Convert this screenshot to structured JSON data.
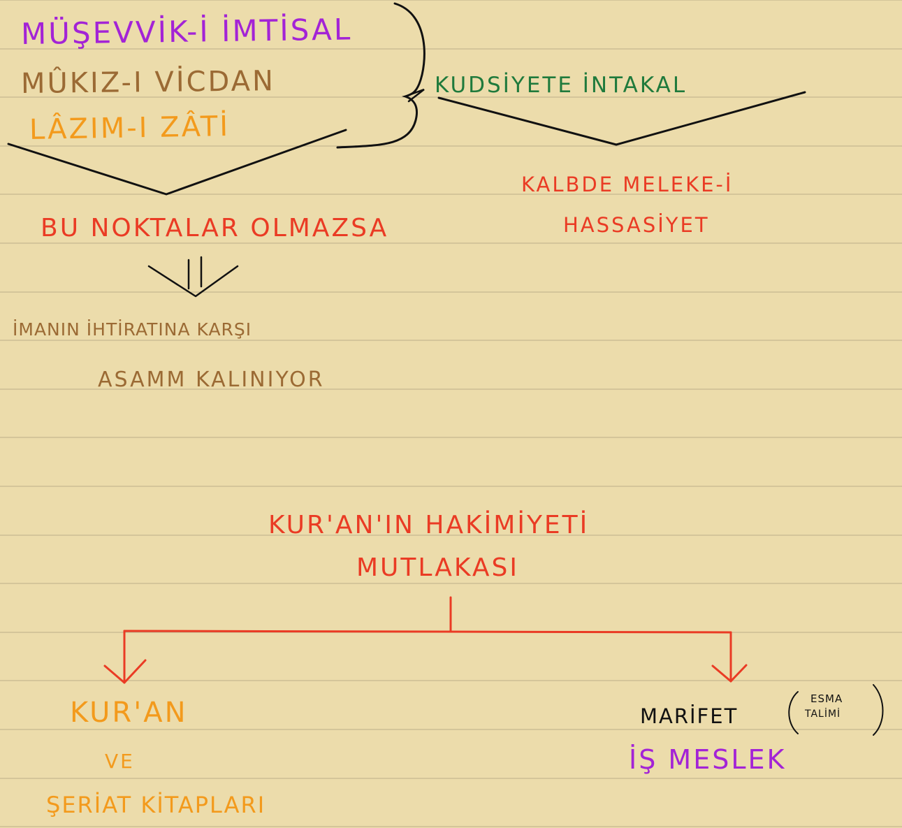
{
  "colors": {
    "paper": "#ecdcab",
    "rule": "#bcae88",
    "ink_black": "#111111",
    "purple": "#a323d6",
    "brown": "#9b6a34",
    "orange": "#f39a1c",
    "green": "#1f7a3c",
    "red": "#ea3b24"
  },
  "top_group": {
    "line1": "MÜŞEVVİK-İ İMTİSAL",
    "line2": "MÛKIZ-I VİCDAN",
    "line3": "LÂZIM-I ZÂTİ",
    "connector_label": "KUDSİYETE İNTAKAL",
    "connector_result_line1": "KALBDE MELEKE-İ",
    "connector_result_line2": "HASSASİYET"
  },
  "condition": {
    "label": "BU NOKTALAR OLMAZSA"
  },
  "consequence": {
    "line1": "İMANIN İHTİRATINA KARŞI",
    "line2": "ASAMM KALINIYOR"
  },
  "tree": {
    "root_line1": "KUR'AN'IN HAKİMİYETİ",
    "root_line2": "MUTLAKASI",
    "left_branch": {
      "line1": "KUR'AN",
      "line2": "VE",
      "line3": "ŞERİAT KİTAPLARI"
    },
    "right_branch": {
      "line1": "MARİFET",
      "note_line1": "ESMA",
      "note_line2": "TALİMİ",
      "line2": "İŞ MESLEK"
    }
  }
}
